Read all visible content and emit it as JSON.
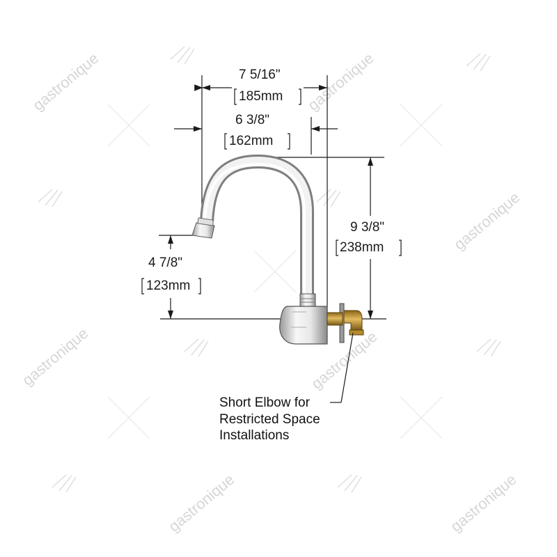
{
  "watermark": {
    "text": "gastronique"
  },
  "dimensions": {
    "overall_reach": {
      "imperial": "7 5/16\"",
      "metric": "185mm"
    },
    "spout_reach": {
      "imperial": "6 3/8\"",
      "metric": "162mm"
    },
    "height": {
      "imperial": "9 3/8\"",
      "metric": "238mm"
    },
    "outlet_height": {
      "imperial": "4 7/8\"",
      "metric": "123mm"
    }
  },
  "callout": {
    "lines": [
      "Short Elbow for",
      "Restricted Space",
      "Installations"
    ]
  },
  "colors": {
    "chrome_light": "#f4f4f4",
    "chrome_dark": "#8c8c8c",
    "brass": "#c59a3c",
    "brass_dark": "#7a5a17",
    "line": "#1a1a1a",
    "watermark": "#d6d6d6"
  }
}
